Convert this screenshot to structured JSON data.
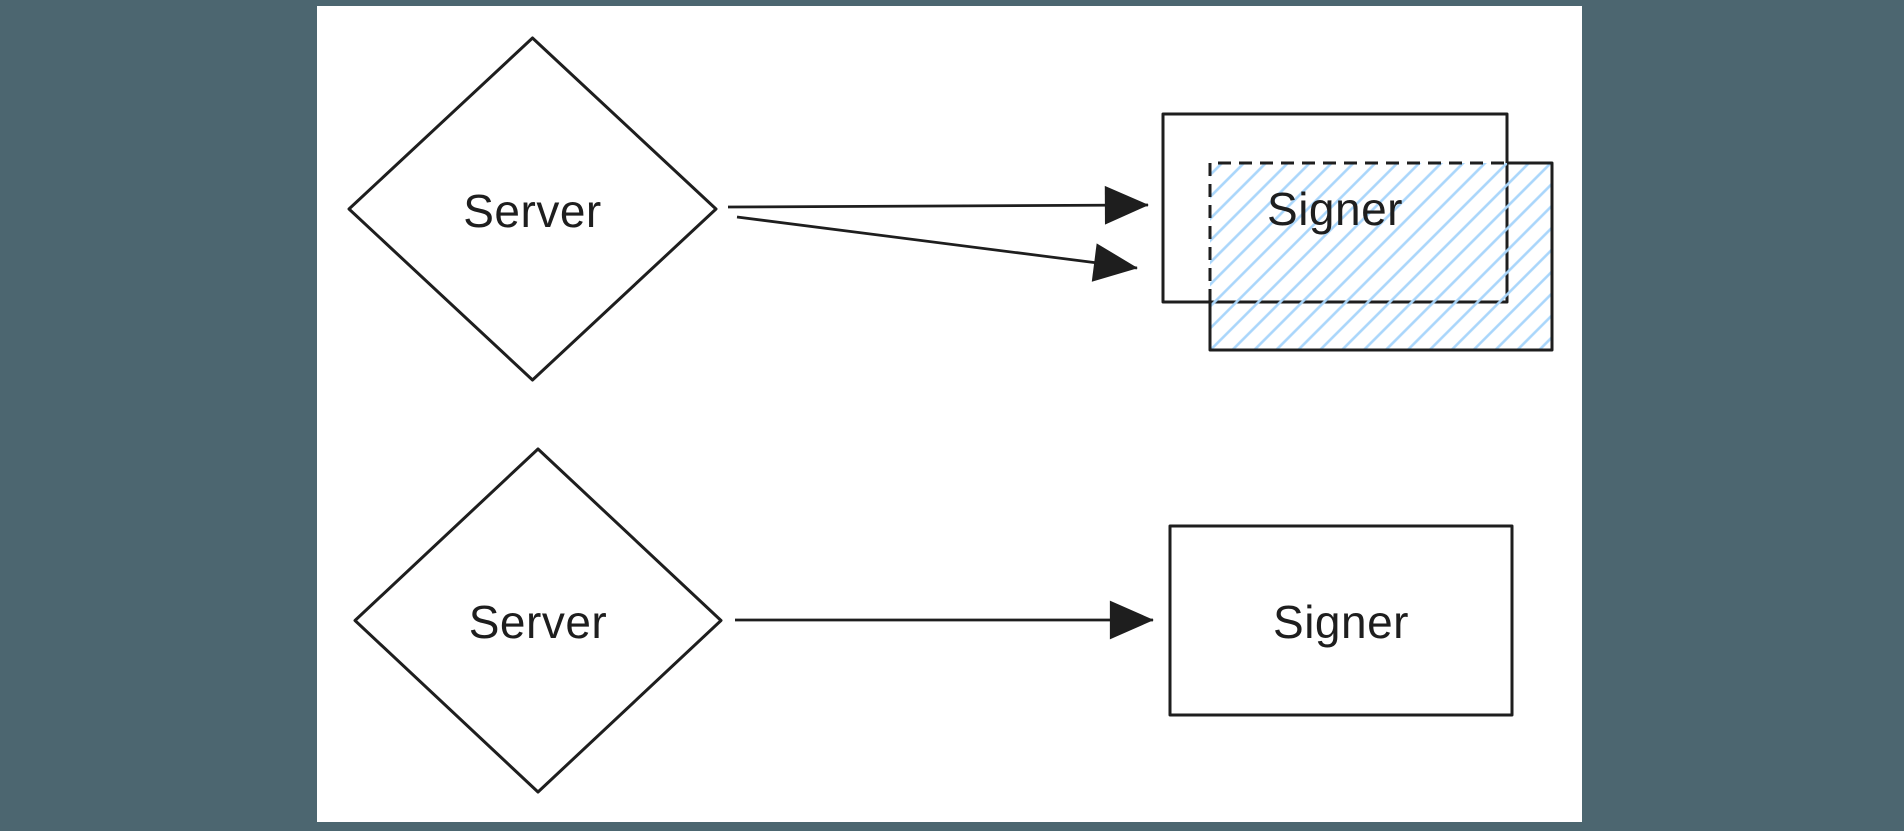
{
  "page": {
    "background_color": "#4c6670",
    "canvas_color": "#ffffff"
  },
  "palette": {
    "stroke_color": "#1e1e1e",
    "diamond_hatch_color": "#d4d8e2",
    "rect_hatch_color": "#a9d6fb"
  },
  "diagram": {
    "top_flow": {
      "server": {
        "shape": "diamond",
        "fill": "hatched-gray",
        "label": "Server"
      },
      "signer": {
        "shape": "rectangle-stack",
        "fill": "hatched-blue",
        "copies": 2,
        "hidden_edges": "dashed",
        "label": "Signer"
      },
      "arrow_count": 2
    },
    "bottom_flow": {
      "server": {
        "shape": "diamond",
        "fill": "hatched-gray",
        "label": "Server"
      },
      "signer": {
        "shape": "rectangle",
        "fill": "hatched-blue",
        "copies": 1,
        "label": "Signer"
      },
      "arrow_count": 1
    }
  }
}
